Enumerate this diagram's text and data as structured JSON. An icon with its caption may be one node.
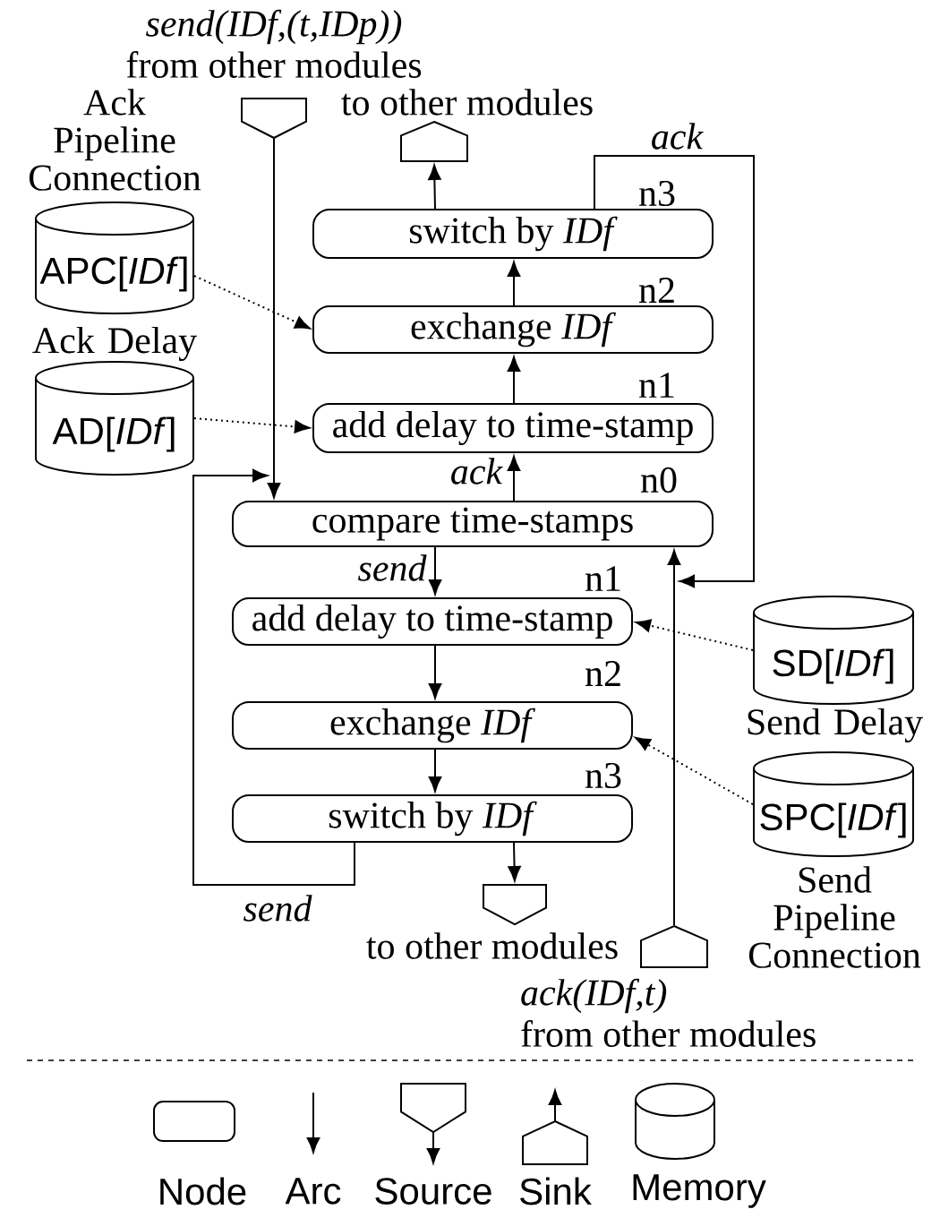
{
  "diagram": {
    "nodes": [
      {
        "text": [],
        "shape": "pentagon",
        "beside": [
          "send(IDf,(t,IDp))",
          "from other modules"
        ]
      },
      {
        "text": [],
        "shape": "pentagon",
        "beside": [
          "to other modules"
        ]
      },
      {
        "text": [
          "switch by *IDf*"
        ],
        "beside": [
          "n3"
        ]
      },
      {
        "text": [
          "exchange *IDf*"
        ],
        "beside": [
          "n2"
        ]
      },
      {
        "text": [
          "add delay to time-stamp"
        ],
        "beside": [
          "n1"
        ]
      },
      {
        "text": [
          "compare time-stamps"
        ],
        "beside": [
          "n0"
        ]
      },
      {
        "text": [
          "add delay to time-stamp"
        ],
        "beside": [
          "n1"
        ]
      },
      {
        "text": [
          "exchange *IDf*"
        ],
        "beside": [
          "n2"
        ]
      },
      {
        "text": [
          "switch by *IDf*"
        ],
        "beside": [
          "n3"
        ]
      },
      {
        "text": [],
        "shape": "pentagon",
        "beside": [
          "to other modules"
        ]
      },
      {
        "text": [],
        "shape": "pentagon",
        "beside": [
          "ack(IDf,t)",
          "from other modules"
        ]
      },
      {
        "text": [
          "Ack Pipeline Connection",
          "APC[*IDf*]"
        ]
      },
      {
        "text": [
          "Ack Delay",
          "AD[*IDf*]"
        ]
      },
      {
        "text": [
          "SD[*IDf*]",
          "Send Delay"
        ]
      },
      {
        "text": [
          "SPC[*IDf*]",
          "Send Pipeline Connection"
        ]
      }
    ],
    "edges": [
      {
        "from": 0,
        "to": 5,
        "arrow": "to"
      },
      {
        "from": 5,
        "to": 4,
        "arrow": "to",
        "label": "ack"
      },
      {
        "from": 4,
        "to": 3,
        "arrow": "to"
      },
      {
        "from": 3,
        "to": 2,
        "arrow": "to"
      },
      {
        "from": 2,
        "to": 1,
        "arrow": "to"
      },
      {
        "from": 2,
        "to": 5,
        "arrow": "to",
        "label": "ack"
      },
      {
        "from": 5,
        "to": 6,
        "arrow": "to",
        "label": "send"
      },
      {
        "from": 6,
        "to": 7,
        "arrow": "to"
      },
      {
        "from": 7,
        "to": 8,
        "arrow": "to"
      },
      {
        "from": 8,
        "to": 9,
        "arrow": "to"
      },
      {
        "from": 8,
        "to": 5,
        "arrow": "to",
        "label": "send"
      },
      {
        "from": 10,
        "to": 5,
        "arrow": "to"
      },
      {
        "from": 11,
        "to": 3,
        "arrow": "to",
        "style": "dashed"
      },
      {
        "from": 12,
        "to": 4,
        "arrow": "to",
        "style": "dashed"
      },
      {
        "from": 13,
        "to": 6,
        "arrow": "to",
        "style": "dashed"
      },
      {
        "from": 14,
        "to": 7,
        "arrow": "to",
        "style": "dashed"
      }
    ],
    "legend": [
      {
        "text": "Node"
      },
      {
        "text": "Arc"
      },
      {
        "text": "Source"
      },
      {
        "text": "Sink"
      },
      {
        "text": "Memory"
      }
    ]
  }
}
